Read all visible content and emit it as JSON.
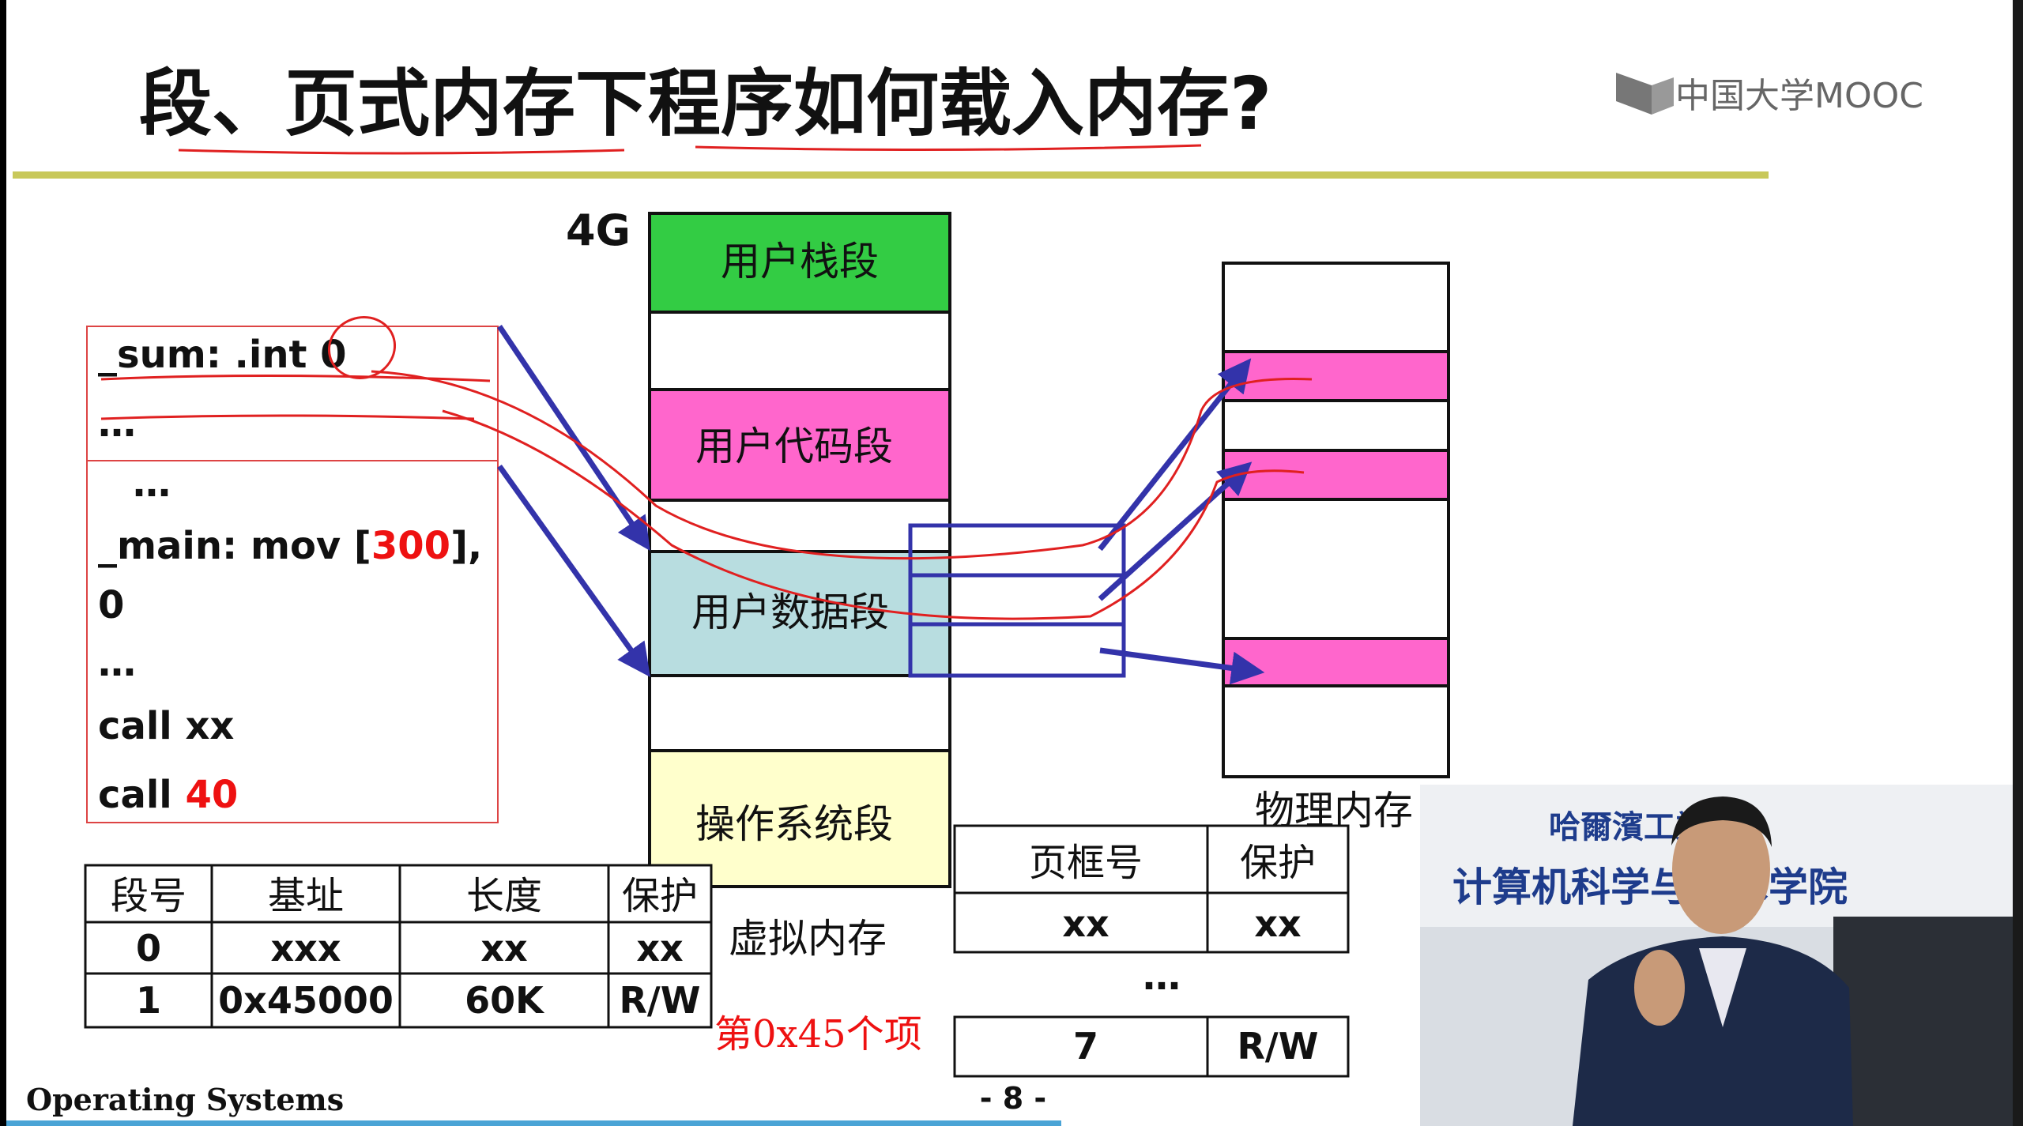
{
  "slide": {
    "title": "段、页式内存下程序如何载入内存?",
    "logo_text": "中国大学MOOC",
    "footer_left": "Operating Systems",
    "footer_page": "- 8 -"
  },
  "program": {
    "lines": [
      "_sum:  .int  0",
      "…",
      "…",
      "_main: mov [300],",
      "0",
      "…",
      "call xx"
    ],
    "call_prefix": "call ",
    "call_value": "40",
    "main_prefix": "_main: mov [",
    "main_value": "300",
    "main_suffix": "],"
  },
  "virtual_memory": {
    "top_label": "4G",
    "segments": [
      "用户栈段",
      "用户代码段",
      "用户数据段",
      "操作系统段"
    ],
    "caption": "虚拟内存"
  },
  "physical_memory": {
    "caption": "物理内存"
  },
  "segment_table": {
    "headers": [
      "段号",
      "基址",
      "长度",
      "保护"
    ],
    "rows": [
      [
        "0",
        "xxx",
        "xx",
        "xx"
      ],
      [
        "1",
        "0x45000",
        "60K",
        "R/W"
      ]
    ],
    "note": "第0x45个项"
  },
  "page_table": {
    "headers": [
      "页框号",
      "保护"
    ],
    "rows": [
      [
        "xx",
        "xx"
      ]
    ],
    "ellipsis": "…",
    "last_row": [
      "7",
      "R/W"
    ]
  },
  "video": {
    "banner_school": "哈爾濱工業大",
    "banner_dept": "计算机科学与技术学院"
  },
  "colors": {
    "title_line": "#c8c85a",
    "stack": "#33cc44",
    "code": "#ff66cc",
    "data": "#b8dde0",
    "os": "#ffffcc",
    "arrow": "#3333aa",
    "annotation": "#e02020",
    "highlight_number": "#ee1111"
  }
}
